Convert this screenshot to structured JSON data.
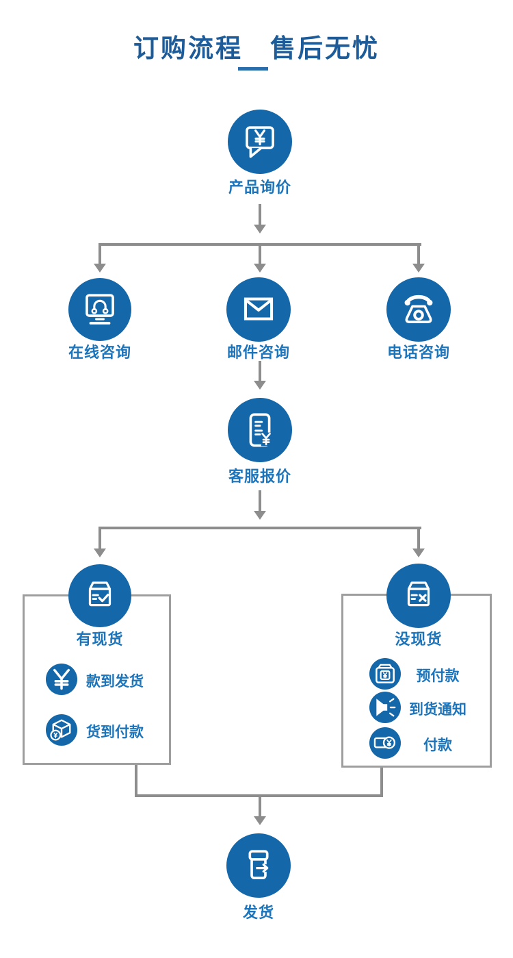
{
  "title": {
    "text": "订购流程　售后无忧"
  },
  "flow": {
    "inquiry": {
      "label": "产品询价",
      "icon": "chat-currency-icon"
    },
    "channels": [
      {
        "label": "在线咨询",
        "icon": "monitor-headset-icon"
      },
      {
        "label": "邮件咨询",
        "icon": "envelope-icon"
      },
      {
        "label": "电话咨询",
        "icon": "telephone-icon"
      }
    ],
    "quote": {
      "label": "客服报价",
      "icon": "quote-document-icon"
    },
    "in_stock": {
      "label": "有现货",
      "icon": "box-check-icon",
      "items": [
        {
          "label": "款到发货",
          "icon": "currency-icon"
        },
        {
          "label": "货到付款",
          "icon": "cube-coin-icon"
        }
      ]
    },
    "out_of_stock": {
      "label": "没现货",
      "icon": "box-x-icon",
      "items": [
        {
          "label": "预付款",
          "icon": "wallet-icon"
        },
        {
          "label": "到货通知",
          "icon": "megaphone-icon"
        },
        {
          "label": "付款",
          "icon": "card-coin-icon"
        }
      ]
    },
    "ship": {
      "label": "发货",
      "icon": "box-arrow-icon"
    }
  },
  "colors": {
    "node_blue": "#1467a8",
    "label_blue": "#1c74bb",
    "title_blue": "#1d5c99",
    "dash_blue": "#2a6dad",
    "connector_gray": "#8d8d8d",
    "box_border_gray": "#9e9e9e",
    "icon_white": "#ffffff"
  }
}
